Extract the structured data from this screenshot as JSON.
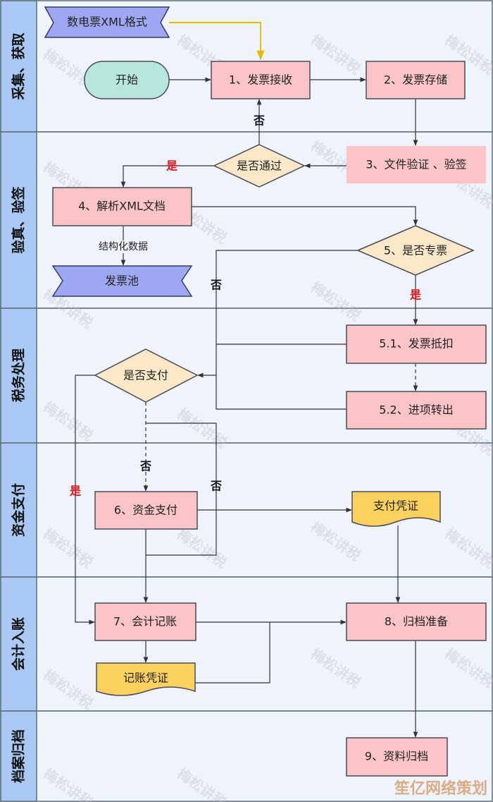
{
  "lanes": [
    "采集、获取",
    "验真、验签",
    "税务处理",
    "资金支付",
    "会计入账",
    "档案归档"
  ],
  "nodes": {
    "xml_source": "数电票XML格式",
    "start": "开始",
    "step1": "1、发票接收",
    "step2": "2、发票存储",
    "step3": "3、文件验证 、验签",
    "pass_check": "是否通过",
    "step4": "4、解析XML文档",
    "structured_data": "结构化数据",
    "invoice_pool": "发票池",
    "step5": "5、是否专票",
    "step5_1": "5.1、发票抵扣",
    "step5_2": "5.2、进项转出",
    "pay_check": "是否支付",
    "step6": "6、资金支付",
    "pay_voucher": "支付凭证",
    "step7": "7、会计记账",
    "acct_voucher": "记账凭证",
    "step8": "8、归档准备",
    "step9": "9、资料归档"
  },
  "labels": {
    "yes": "是",
    "no": "否"
  },
  "watermark": "梅松讲税",
  "brand_watermark": "笙亿网络策划"
}
